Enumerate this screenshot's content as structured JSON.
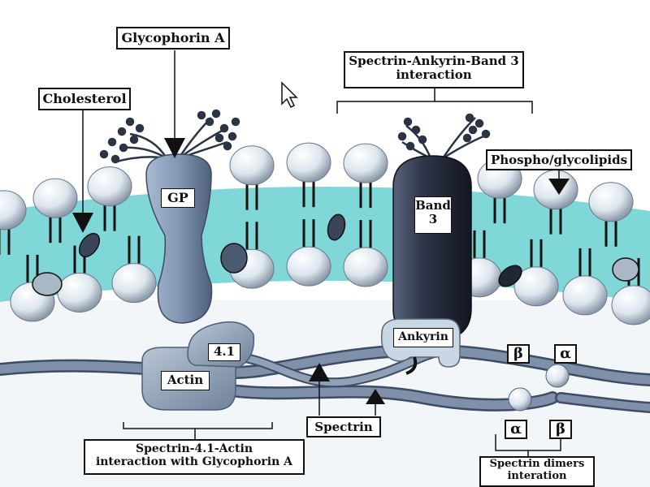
{
  "labels": {
    "glycophorin_a": "Glycophorin A",
    "cholesterol": "Cholesterol",
    "spectrin_ankyrin_band3_line1": "Spectrin-Ankyrin-Band 3",
    "spectrin_ankyrin_band3_line2": "interaction",
    "phospho_glycolipids": "Phospho/glycolipids",
    "gp": "GP",
    "band3_line1": "Band",
    "band3_line2": "3",
    "protein_4_1": "4.1",
    "actin": "Actin",
    "ankyrin": "Ankyrin",
    "spectrin": "Spectrin",
    "spectrin_41_actin_line1": "Spectrin-4.1-Actin",
    "spectrin_41_actin_line2": "interaction with Glycophorin A",
    "dimers_line1": "Spectrin dimers",
    "dimers_line2": "interation",
    "beta_top": "β",
    "alpha_top": "α",
    "alpha_bottom": "α",
    "beta_bottom": "β"
  },
  "colors": {
    "lipid_core": "#7fd6d8",
    "lipid_head": "#e6eef5",
    "glycophorin": "#8fa3bc",
    "band3": "#2a3140",
    "spectrin": "#6f819b",
    "cholesterol": "#3c4a5c"
  }
}
